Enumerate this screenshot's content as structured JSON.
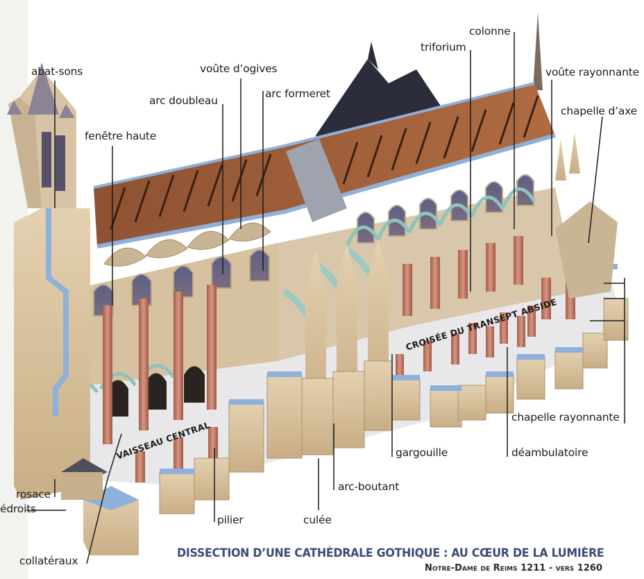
{
  "diagram": {
    "title": "DISSECTION D’UNE CATHÉDRALE GOTHIQUE : AU CŒUR DE LA LUMIÈRE",
    "subtitle": "Notre-Dame de Reims 1211 - vers 1260",
    "colors": {
      "title": "#3c4a78",
      "stone": "#d9c3a0",
      "roof_timber": "#9a5a34",
      "slate": "#2b2e3a",
      "cut_section": "#8fb0d8",
      "pillar": "#c98570",
      "flying_buttress": "#9cc9c4",
      "floor": "#e6e6e8"
    },
    "labels": {
      "abat_sons": "abat-sons",
      "fenetre_haute": "fenêtre haute",
      "arc_doubleau": "arc doubleau",
      "voute_dogives": "voûte d’ogives",
      "arc_formeret": "arc formeret",
      "triforium": "triforium",
      "colonne": "colonne",
      "voute_rayonnante": "voûte rayonnante",
      "chapelle_daxe": "chapelle d’axe",
      "chapelle_rayonnante": "chapelle rayonnante",
      "deambulatoire": "déambulatoire",
      "gargouille": "gargouille",
      "arc_boutant": "arc-boutant",
      "culee": "culée",
      "pilier": "pilier",
      "rosace": "rosace",
      "piedroits": "édroits",
      "collateraux": "collatéraux"
    },
    "floor_labels": {
      "vaisseau_central": "VAISSEAU CENTRAL",
      "croisee_transept_abside": "CROISÉE DU TRANSEPT ABSIDE"
    }
  }
}
